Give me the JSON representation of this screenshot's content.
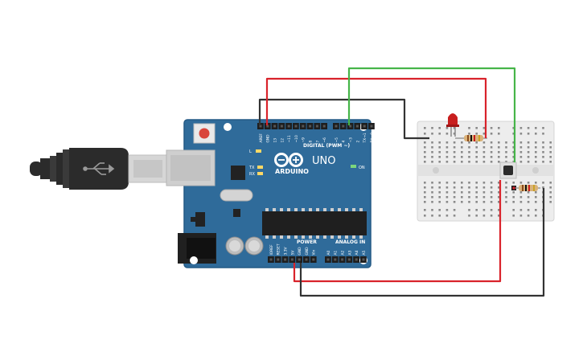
{
  "board": {
    "brand": "ARDUINO",
    "model": "UNO",
    "digital_label": "DIGITAL (PWM ~)",
    "power_label": "POWER",
    "analog_label": "ANALOG IN",
    "on_label": "ON",
    "tx_label": "TX",
    "rx_label": "RX",
    "l_label": "L",
    "top_pins": [
      "AREF",
      "GND",
      "13",
      "12",
      "~11",
      "~10",
      "~9",
      "8",
      "7",
      "~6",
      "~5",
      "4",
      "~3",
      "2",
      "TX→1",
      "RX←0"
    ],
    "power_pins": [
      "IOREF",
      "RESET",
      "3.3V",
      "5V",
      "GND",
      "GND",
      "Vin"
    ],
    "analog_pins": [
      "A0",
      "A1",
      "A2",
      "A3",
      "A4",
      "A5"
    ]
  },
  "colors": {
    "board": "#2f6b9a",
    "board_dark": "#245a85",
    "wire_red": "#d9232b",
    "wire_green": "#46b549",
    "wire_black": "#333333",
    "breadboard": "#ededed",
    "led": "#c81e1e",
    "usb_cable": "#2b2b2b"
  },
  "components": {
    "led": "red-led",
    "resistor_1": "resistor",
    "resistor_2": "resistor",
    "button": "push-button"
  }
}
